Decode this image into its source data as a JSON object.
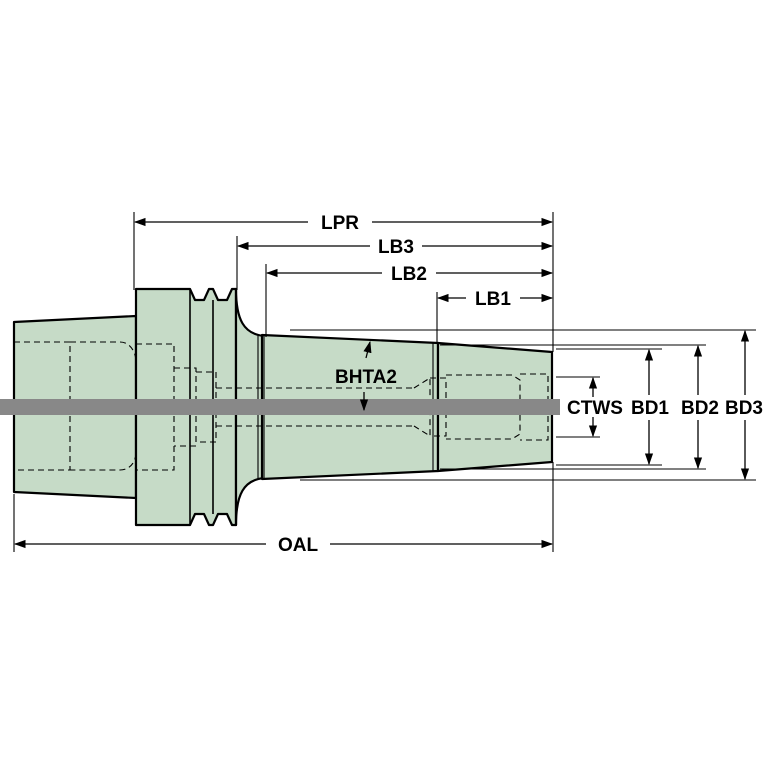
{
  "dimensions": {
    "lpr": "LPR",
    "lb3": "LB3",
    "lb2": "LB2",
    "lb1": "LB1",
    "oal": "OAL",
    "bhta2": "BHTA2",
    "ctws": "CTWS",
    "bd1": "BD1",
    "bd2": "BD2",
    "bd3": "BD3"
  },
  "colors": {
    "body": "#c6dbc7",
    "centerline": "#888888",
    "lines": "#000000"
  }
}
